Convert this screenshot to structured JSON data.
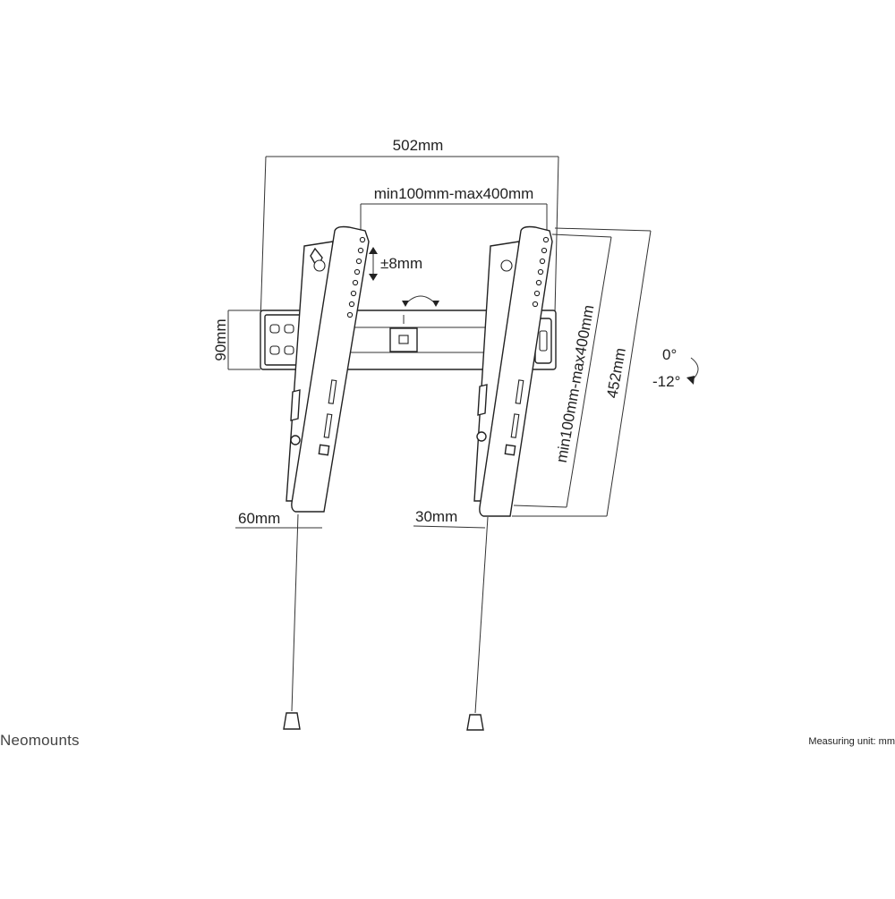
{
  "dimensions": {
    "total_width": "502mm",
    "vesa_horizontal": "min100mm-max400mm",
    "height_adjust": "±8mm",
    "wall_plate_height": "90mm",
    "vesa_vertical": "min100mm-max400mm",
    "arm_height": "452mm",
    "tilt_top": "0°",
    "tilt_bottom": "-12°",
    "depth_max": "60mm",
    "depth_min": "30mm"
  },
  "brand": "Neomounts",
  "measuring_unit": "Measuring unit: mm",
  "colors": {
    "line": "#222222",
    "background": "#ffffff"
  }
}
